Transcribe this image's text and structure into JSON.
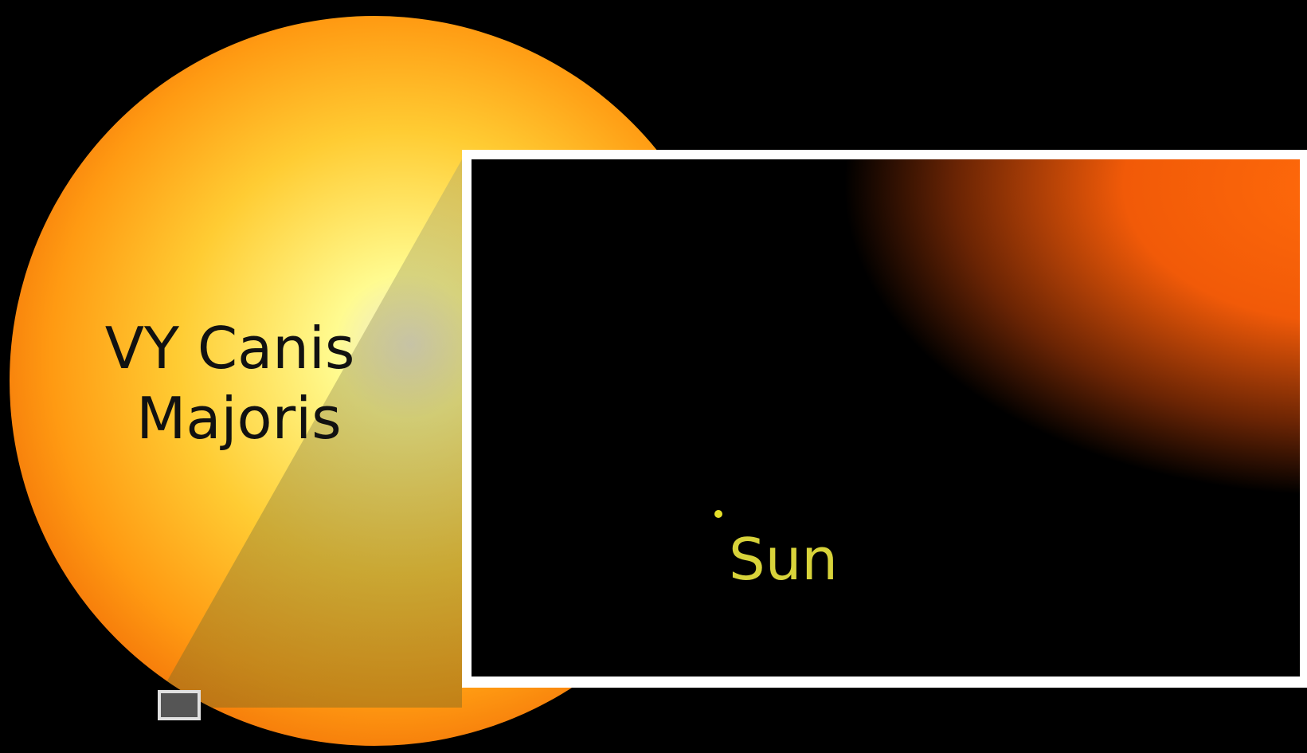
{
  "diagram": {
    "big_star": {
      "label_line1": "VY Canis",
      "label_line2": "Majoris",
      "core_color": "#fffb90",
      "edge_color": "#ff8a10"
    },
    "small_star": {
      "label": "Sun",
      "color": "#e6e02a"
    },
    "inset": {
      "border_color": "#ffffff",
      "glow_color": "#ff6a0a",
      "background": "#000000"
    },
    "background": "#000000"
  }
}
